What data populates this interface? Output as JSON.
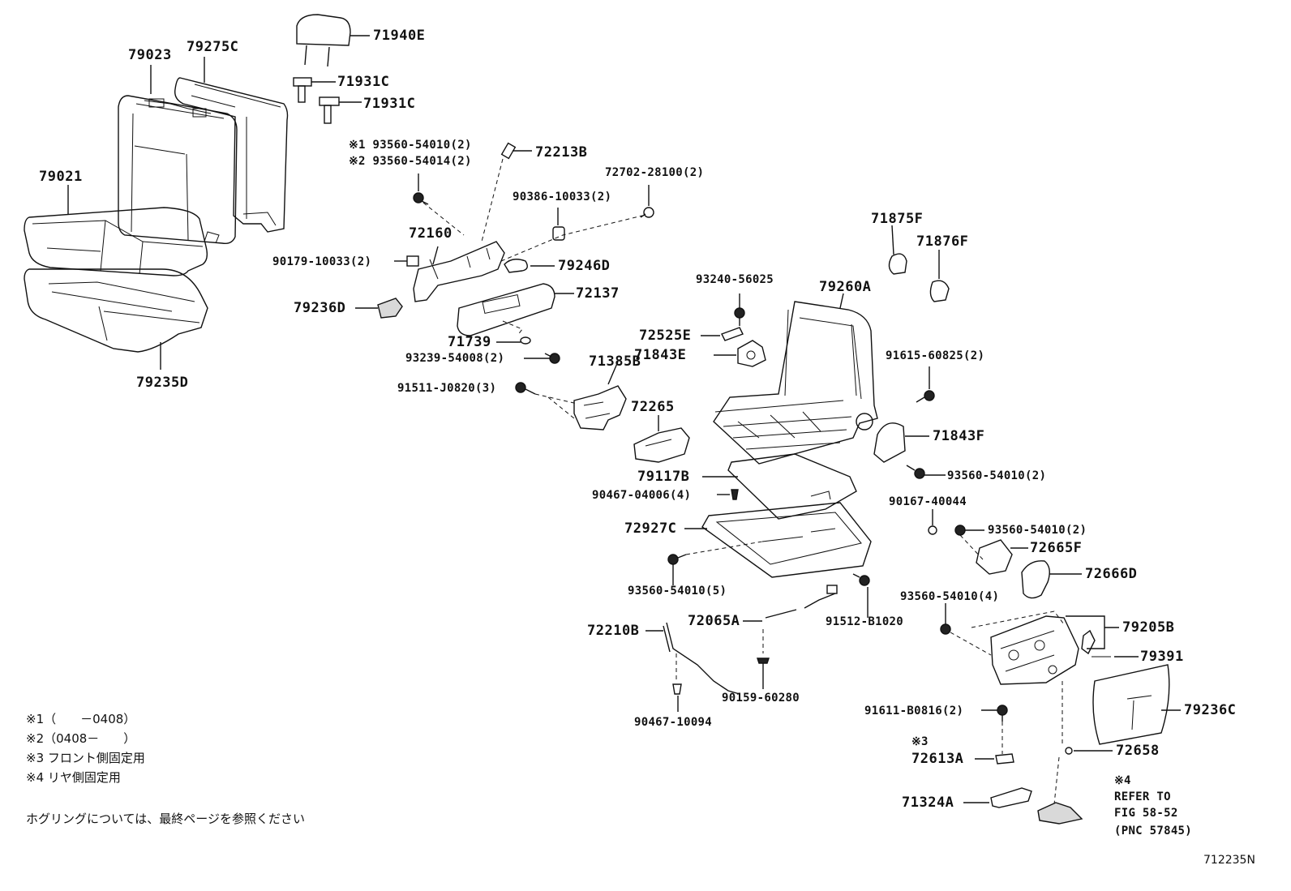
{
  "labels": {
    "p79023": "79023",
    "p79275c": "79275C",
    "p79021": "79021",
    "p79235d": "79235D",
    "p71940e": "71940E",
    "p71931c_a": "71931C",
    "p71931c_b": "71931C",
    "p93560_54010_k1": "※1 93560-54010(2)",
    "p93560_54014_k2": "※2 93560-54014(2)",
    "p72213b": "72213B",
    "p72702_28100": "72702-28100(2)",
    "p90386_10033": "90386-10033(2)",
    "p72160": "72160",
    "p90179_10033": "90179-10033(2)",
    "p79246d": "79246D",
    "p72137": "72137",
    "p79236d": "79236D",
    "p71739": "71739",
    "p93239_54008": "93239-54008(2)",
    "p71385b": "71385B",
    "p91511_j0820": "91511-J0820(3)",
    "p72265": "72265",
    "p71875f": "71875F",
    "p71876f": "71876F",
    "p93240_56025": "93240-56025",
    "p79260a": "79260A",
    "p72525e": "72525E",
    "p71843e": "71843E",
    "p91615_60825": "91615-60825(2)",
    "p71843f": "71843F",
    "p93560_54010_r": "93560-54010(2)",
    "p79117b": "79117B",
    "p90467_04006": "90467-04006(4)",
    "p90167_40044": "90167-40044",
    "p93560_54010_r2": "93560-54010(2)",
    "p72927c": "72927C",
    "p72665f": "72665F",
    "p72666d": "72666D",
    "p93560_54010_5": "93560-54010(5)",
    "p93560_54010_4": "93560-54010(4)",
    "p72065a": "72065A",
    "p91512_b1020": "91512-B1020",
    "p72210b": "72210B",
    "p79205b": "79205B",
    "p79391": "79391",
    "p90159_60280": "90159-60280",
    "p90467_10094": "90467-10094",
    "p91611_b0816": "91611-B0816(2)",
    "p79236c": "79236C",
    "p_k3": "※3",
    "p72613a": "72613A",
    "p72658": "72658",
    "p71324a": "71324A",
    "p_k4": "※4",
    "refer_1": "REFER TO",
    "refer_2": "FIG 58-52",
    "refer_3": "(PNC 57845)"
  },
  "notes": {
    "note1": "※1（　　－0408）",
    "note2": "※2（0408－　　）",
    "note3": "※3 フロント側固定用",
    "note4": "※4 リヤ側固定用",
    "hogring": "ホグリングについては、最終ページを参照ください"
  },
  "figure_id": "712235N"
}
